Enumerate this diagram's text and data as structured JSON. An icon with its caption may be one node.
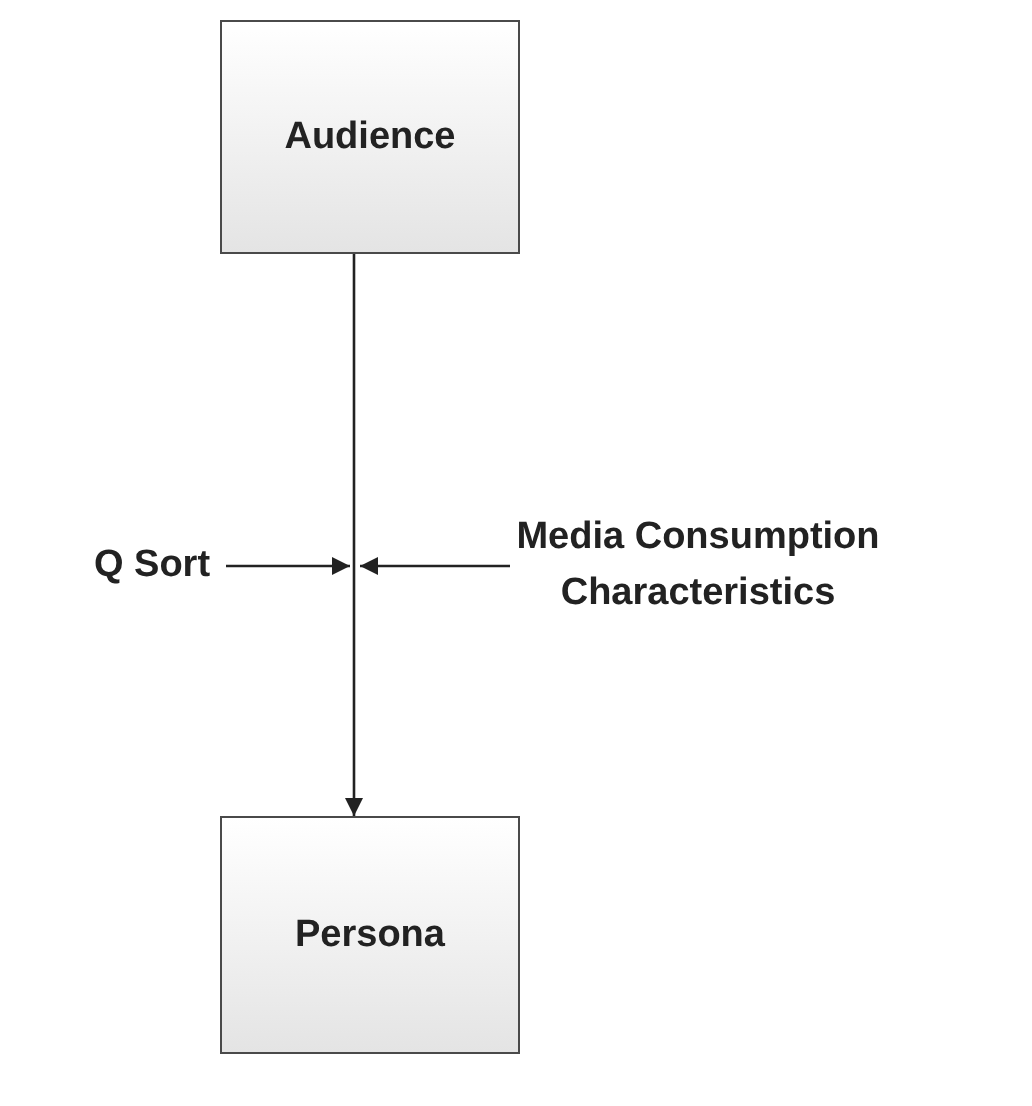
{
  "diagram": {
    "nodes": [
      {
        "text": [
          "Audience"
        ]
      },
      {
        "text": [
          "Persona"
        ]
      },
      {
        "text": [
          "Q Sort"
        ]
      },
      {
        "text": [
          "Media Consumption Characteristics"
        ]
      }
    ],
    "edges": [
      {
        "from": 0,
        "to": 1,
        "arrow": "to"
      },
      {
        "from": 2,
        "to": null,
        "arrow": "to"
      },
      {
        "from": 3,
        "to": null,
        "arrow": "to"
      }
    ]
  }
}
